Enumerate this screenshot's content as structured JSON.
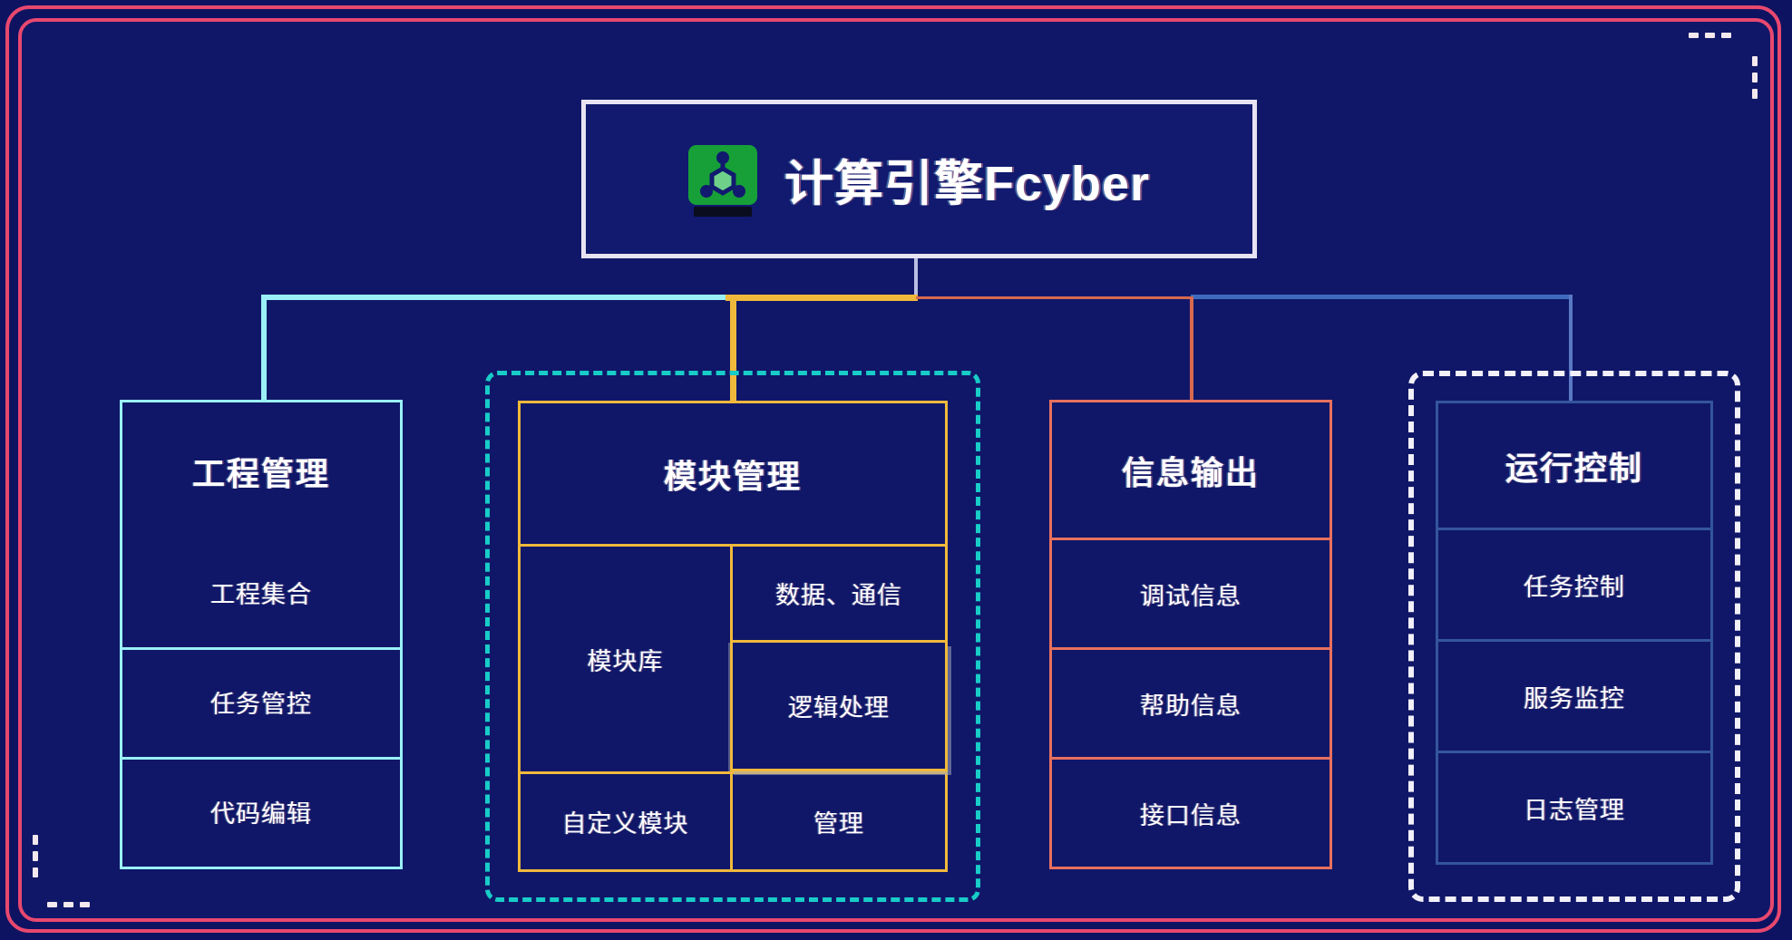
{
  "frame": {
    "accent_color": "#e8486f",
    "background_color": "#101768"
  },
  "header": {
    "title": "计算引擎Fcyber",
    "icon": "network-node-icon",
    "icon_color": "#17a038",
    "border_color": "#e7e3f2"
  },
  "connectors": {
    "stem_color": "#b9bfe2",
    "segments": [
      {
        "name": "project",
        "color": "#9af0f6"
      },
      {
        "name": "module",
        "color": "#f0b93c"
      },
      {
        "name": "output",
        "color": "#d8694f"
      },
      {
        "name": "runtime",
        "color": "#3f6bbf"
      }
    ]
  },
  "columns": [
    {
      "id": "project",
      "title": "工程管理",
      "accent_color": "#9af0f6",
      "items": [
        "工程集合",
        "任务管控",
        "代码编辑"
      ]
    },
    {
      "id": "module",
      "title": "模块管理",
      "accent_color": "#f0b93c",
      "dashed_color": "#18ccc8",
      "cells": {
        "library": "模块库",
        "data_comm": "数据、通信",
        "logic": "逻辑处理",
        "custom": "自定义模块",
        "manage": "管理"
      }
    },
    {
      "id": "output",
      "title": "信息输出",
      "accent_color": "#e8705e",
      "items": [
        "调试信息",
        "帮助信息",
        "接口信息"
      ]
    },
    {
      "id": "runtime",
      "title": "运行控制",
      "accent_color": "#34559c",
      "dashed_color": "#f2f0f8",
      "items": [
        "任务控制",
        "服务监控",
        "日志管理"
      ]
    }
  ]
}
